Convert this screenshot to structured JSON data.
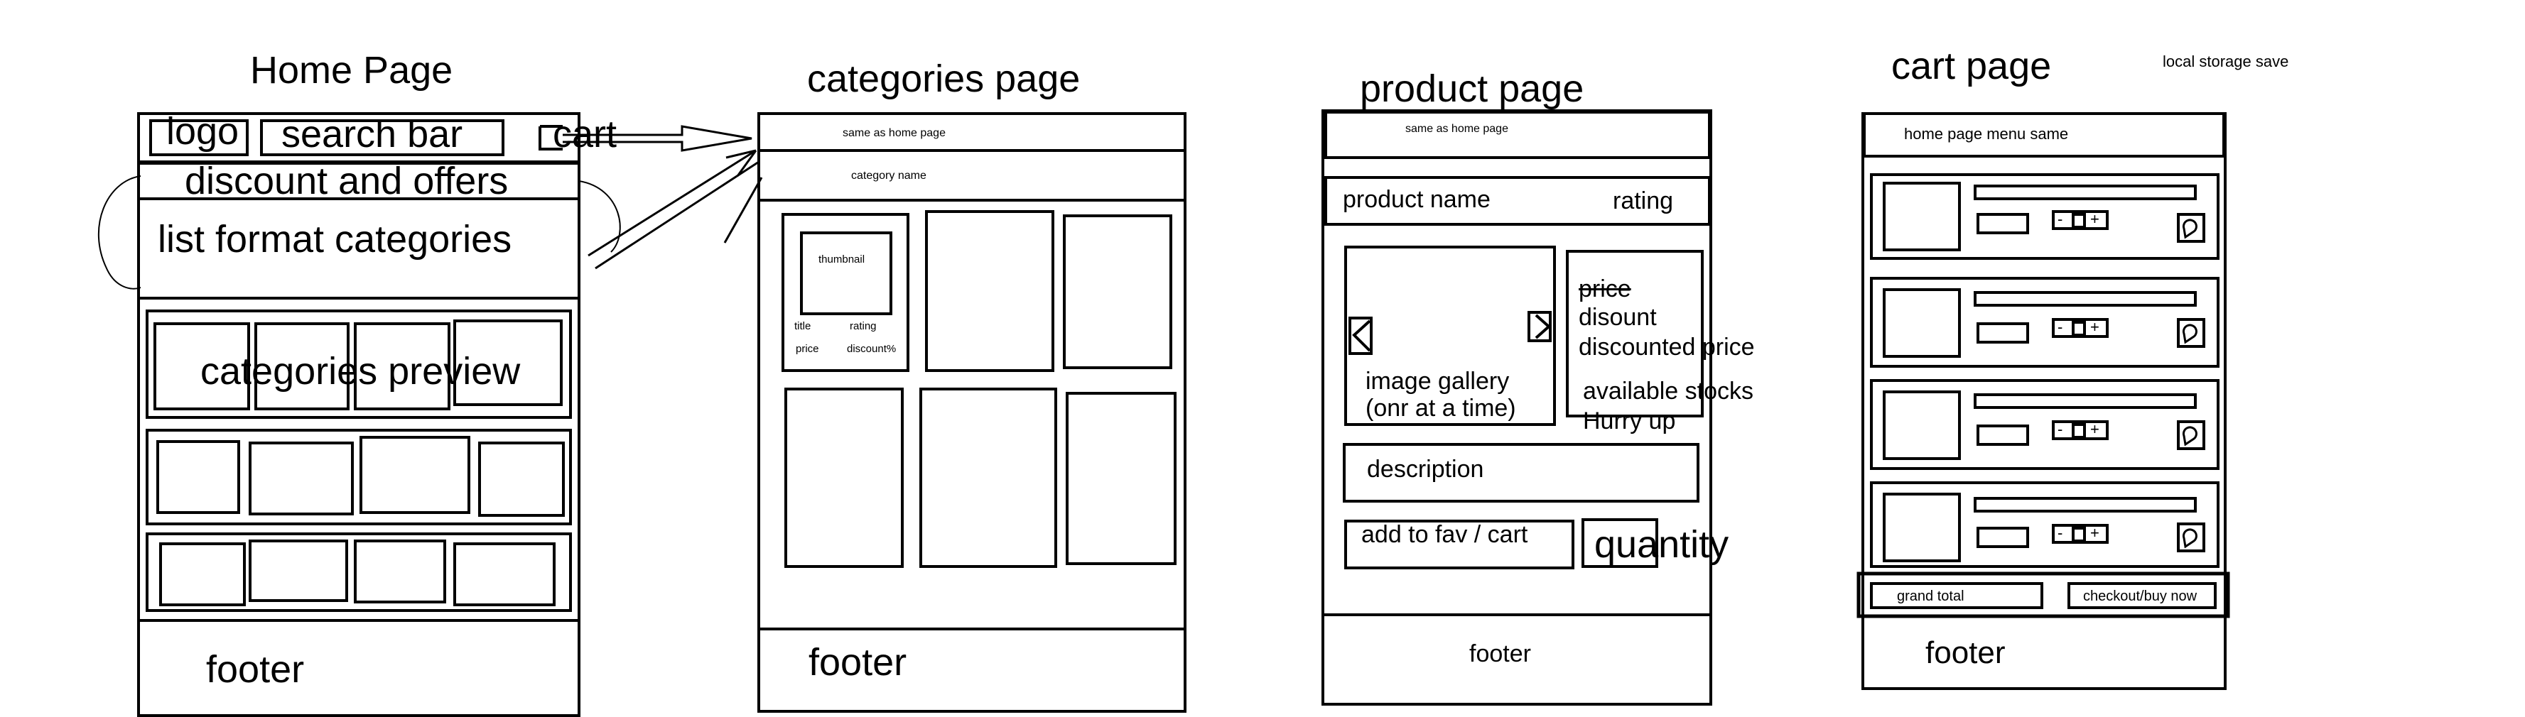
{
  "home": {
    "title": "Home Page",
    "logo": "logo",
    "search": "search bar",
    "cart": "cart",
    "discount": "discount and offers",
    "list_categories": "list format categories",
    "preview": "categories preview",
    "footer": "footer"
  },
  "categories": {
    "title": "categories page",
    "header": "same as home page",
    "category_name": "category name",
    "thumbnail": "thumbnail",
    "card_title": "title",
    "card_rating": "rating",
    "card_price": "price",
    "card_discount": "discount%",
    "footer": "footer"
  },
  "product": {
    "title": "product page",
    "header": "same as home page",
    "name": "product name",
    "rating": "rating",
    "price": "price",
    "discount": "disount",
    "discounted_price": "discounted price",
    "stocks": "available stocks",
    "hurry": "Hurry up",
    "gallery_line1": "image gallery",
    "gallery_line2": "(onr at a time)",
    "description": "description",
    "add_fav": "add to fav / cart",
    "quantity": "quantity",
    "footer": "footer"
  },
  "cart": {
    "title": "cart page",
    "note": "local storage save",
    "header": "home page menu same",
    "stepper_minus": "-",
    "stepper_plus": "+",
    "grand_total": "grand total",
    "checkout": "checkout/buy now",
    "footer": "footer"
  }
}
